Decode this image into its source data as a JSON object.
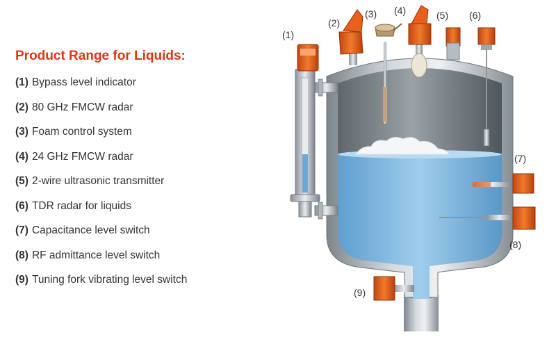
{
  "title": "Product Range for Liquids:",
  "products": [
    {
      "num": "(1)",
      "name": "Bypass level indicator"
    },
    {
      "num": "(2)",
      "name": "80 GHz FMCW radar"
    },
    {
      "num": "(3)",
      "name": "Foam control system"
    },
    {
      "num": "(4)",
      "name": "24 GHz FMCW radar"
    },
    {
      "num": "(5)",
      "name": "2-wire ultrasonic transmitter"
    },
    {
      "num": "(6)",
      "name": "TDR radar for liquids"
    },
    {
      "num": "(7)",
      "name": "Capacitance level switch"
    },
    {
      "num": "(8)",
      "name": "RF admittance level switch"
    },
    {
      "num": "(9)",
      "name": "Tuning fork vibrating level switch"
    }
  ],
  "callouts": [
    "(1)",
    "(2)",
    "(3)",
    "(4)",
    "(5)",
    "(6)",
    "(7)",
    "(8)",
    "(9)"
  ],
  "colors": {
    "accent": "#e63312",
    "liquid": "#8cc0e4",
    "housing": "#e8601c",
    "steel": "#a9b0b6"
  }
}
